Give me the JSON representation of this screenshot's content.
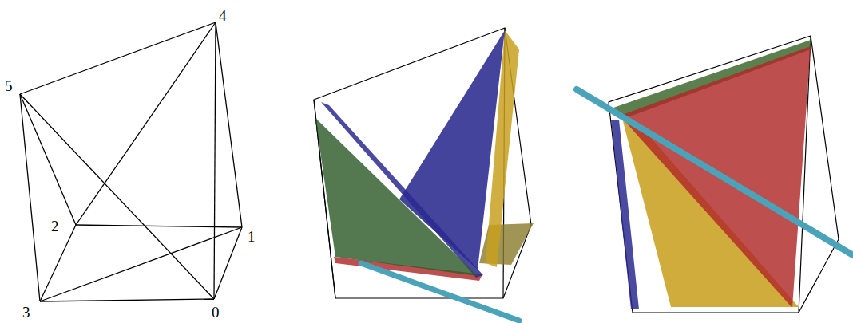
{
  "diagram": {
    "labels": [
      "4",
      "5",
      "2",
      "1",
      "3",
      "0"
    ]
  }
}
